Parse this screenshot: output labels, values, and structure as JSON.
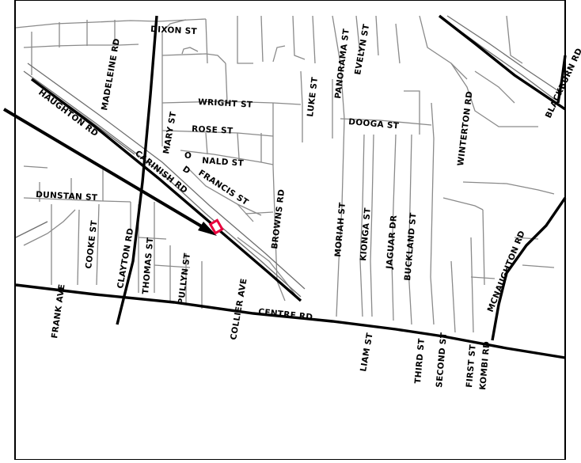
{
  "streets": {
    "dixon_st": "DIXON ST",
    "madeleine_rd": "MADELEINE RD",
    "haughton_rd": "HAUGHTON RD",
    "wright_st": "WRIGHT ST",
    "luke_st": "LUKE ST",
    "panorama_st": "PANORAMA ST",
    "evelyn_st": "EVELYN ST",
    "blackburn_rd": "BLACKBURN RD",
    "winterton_rd": "WINTERTON RD",
    "dooga_st": "DOOGA ST",
    "rose_st": "ROSE ST",
    "mary_st": "MARY ST",
    "nald_st": "NALD ST",
    "d_label": "D",
    "o_label": "O",
    "carinish_rd": "CARINISH RD",
    "francis_st": "FRANCIS ST",
    "dunstan_st": "DUNSTAN ST",
    "browns_rd": "BROWNS RD",
    "moriah_st": "MORIAH ST",
    "kionga_st": "KIONGA ST",
    "jaguar_dr": "JAGUAR DR",
    "buckland_st": "BUCKLAND ST",
    "mcnaughton_rd": "MCNAUGHTON RD",
    "cooke_st": "COOKE ST",
    "clayton_rd": "CLAYTON RD",
    "thomas_st": "THOMAS ST",
    "pullyn_st": "PULLYN ST",
    "collier_ave": "COLLIER AVE",
    "frank_ave": "FRANK AVE",
    "centre_rd": "CENTRE RD",
    "liam_st": "LIAM ST",
    "third_st": "THIRD ST",
    "second_st": "SECOND ST",
    "first_st": "FIRST ST",
    "kombi_rd": "KOMBI RD"
  },
  "colors": {
    "marker": "#e8003c",
    "major_road": "#000000",
    "minor_road": "#8a8a8a",
    "background": "#ffffff"
  },
  "icons": {
    "location_marker": "location-marker-icon",
    "pointer_arrow": "pointer-arrow-icon"
  }
}
